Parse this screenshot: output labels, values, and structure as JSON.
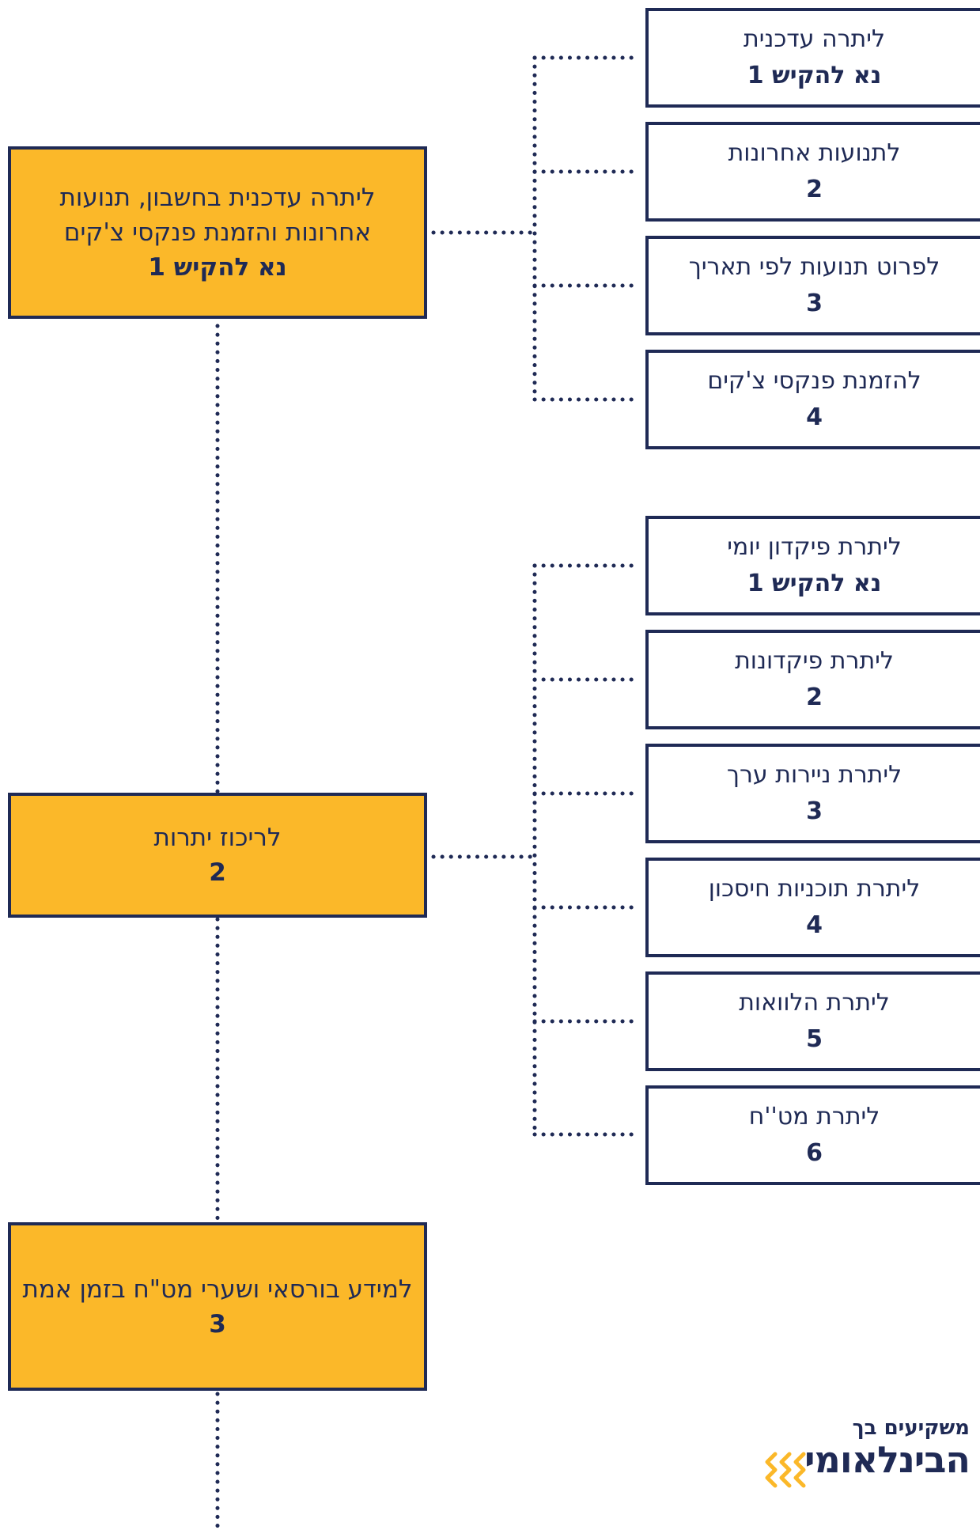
{
  "colors": {
    "navy": "#1f2a55",
    "gold": "#fbb829",
    "white": "#ffffff"
  },
  "main_items": [
    {
      "label": "ליתרה עדכנית בחשבון, תנועות אחרונות והזמנת פנקסי צ'קים",
      "number": "נא להקיש 1"
    },
    {
      "label": "לריכוז יתרות",
      "number": "2"
    },
    {
      "label": "למידע בורסאי ושערי מט\"ח בזמן אמת",
      "number": "3"
    }
  ],
  "group1": [
    {
      "label": "ליתרה עדכנית",
      "number": "נא להקיש 1"
    },
    {
      "label": "לתנועות אחרונות",
      "number": "2"
    },
    {
      "label": "לפרוט תנועות לפי תאריך",
      "number": "3"
    },
    {
      "label": "להזמנת פנקסי צ'קים",
      "number": "4"
    }
  ],
  "group2": [
    {
      "label": "ליתרת פיקדון יומי",
      "number": "נא להקיש 1"
    },
    {
      "label": "ליתרת פיקדונות",
      "number": "2"
    },
    {
      "label": "ליתרת ניירות ערך",
      "number": "3"
    },
    {
      "label": "ליתרת תוכניות חיסכון",
      "number": "4"
    },
    {
      "label": "ליתרת הלוואות",
      "number": "5"
    },
    {
      "label": "ליתרת מט''ח",
      "number": "6"
    }
  ],
  "logo": {
    "tagline": "משקיעים בך",
    "name": "הבינלאומי",
    "mark_icon": "chevron-mark-icon"
  }
}
